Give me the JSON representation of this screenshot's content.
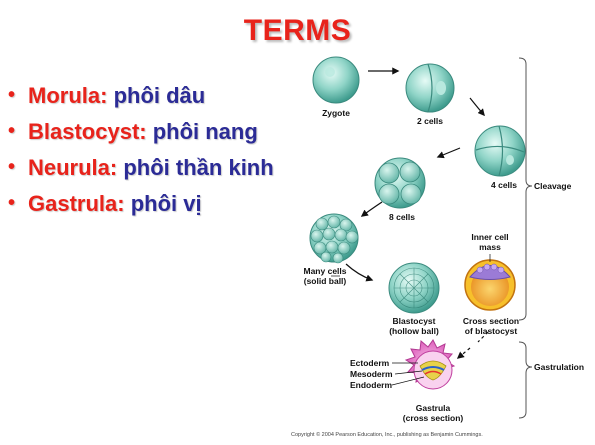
{
  "slide": {
    "title": "TERMS",
    "bullets": [
      {
        "term": "Morula:",
        "definition": " phôi dâu"
      },
      {
        "term": "Blastocyst:",
        "definition": " phôi nang"
      },
      {
        "term": "Neurula:",
        "definition": " phôi thần kinh"
      },
      {
        "term": "Gastrula:",
        "definition": " phôi vị"
      }
    ]
  },
  "figure": {
    "labels": {
      "zygote": "Zygote",
      "two_cells": "2 cells",
      "four_cells": "4 cells",
      "eight_cells": "8 cells",
      "many_cells_1": "Many cells",
      "many_cells_2": "(solid ball)",
      "blastocyst_1": "Blastocyst",
      "blastocyst_2": "(hollow ball)",
      "inner_cell_1": "Inner cell",
      "inner_cell_2": "mass",
      "cross_section_1": "Cross section",
      "cross_section_2": "of blastocyst",
      "cleavage": "Cleavage",
      "gastrulation": "Gastrulation",
      "ectoderm": "Ectoderm",
      "mesoderm": "Mesoderm",
      "endoderm": "Endoderm",
      "gastrula_1": "Gastrula",
      "gastrula_2": "(cross section)"
    },
    "copyright": "Copyright © 2004 Pearson Education, Inc., publishing as Benjamin Cummings."
  }
}
